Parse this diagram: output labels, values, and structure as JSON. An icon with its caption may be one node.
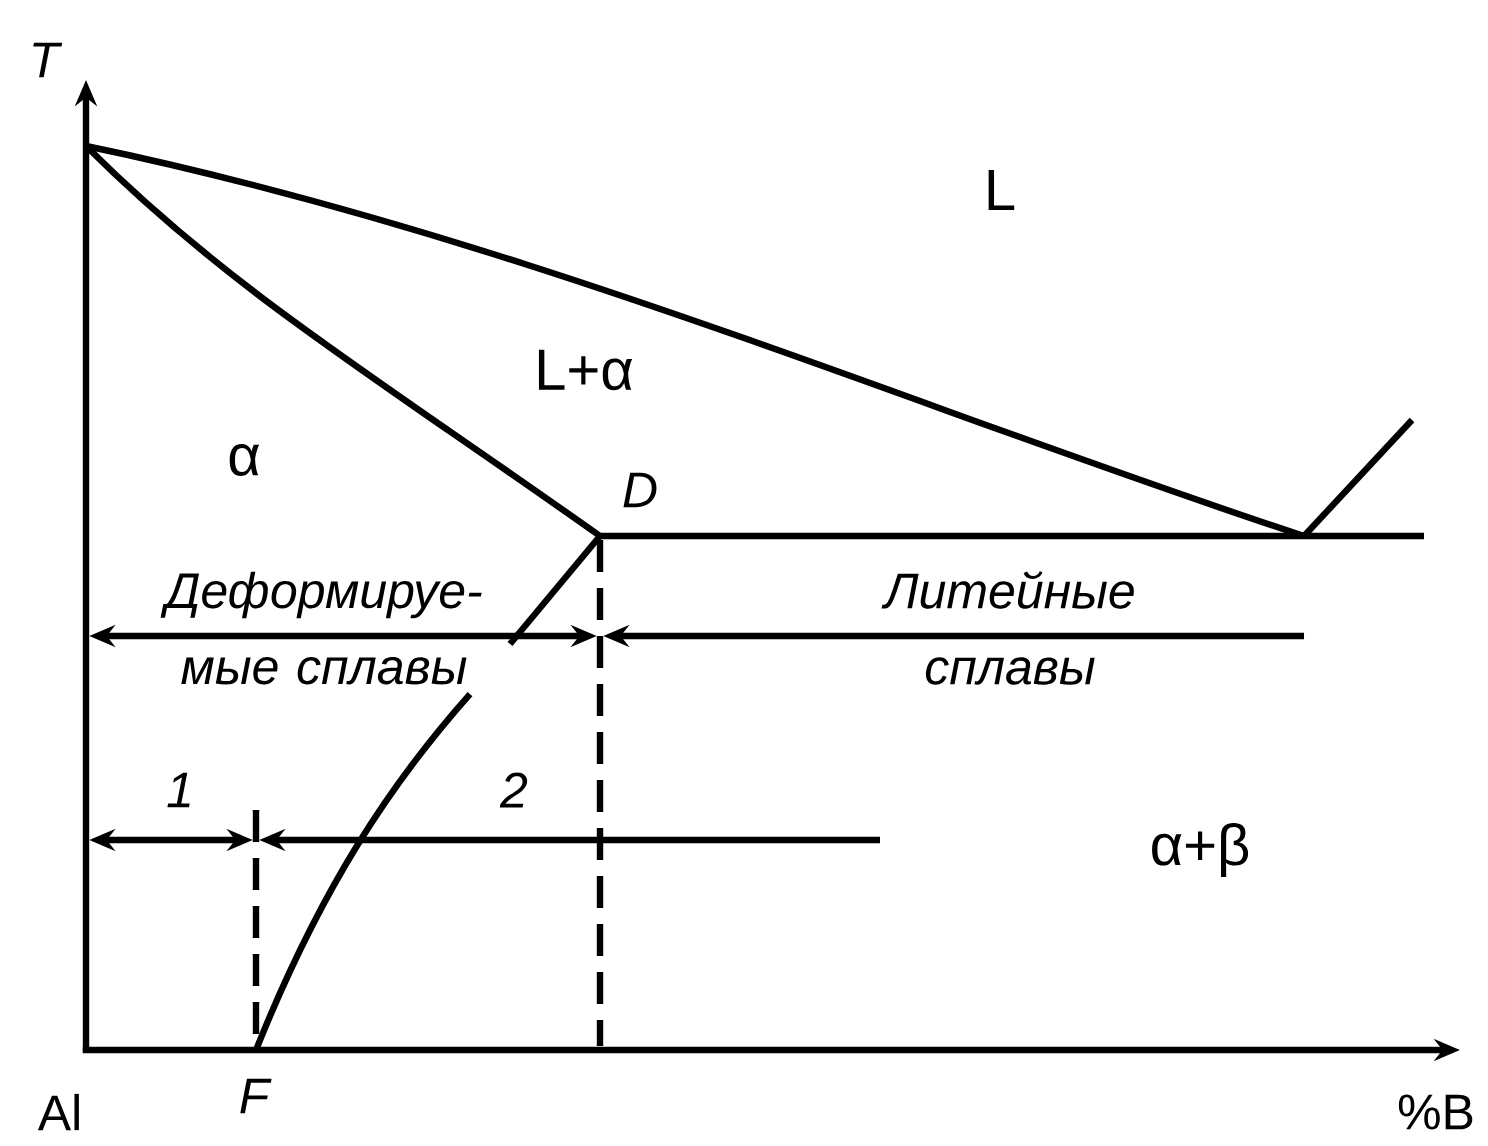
{
  "diagram": {
    "labels": [
      "T",
      "L",
      "L+α",
      "α",
      "D",
      "Деформируе- мые сплавы",
      "Литейные сплавы",
      "1",
      "2",
      "α+β",
      "Al",
      "F",
      "%B"
    ]
  }
}
